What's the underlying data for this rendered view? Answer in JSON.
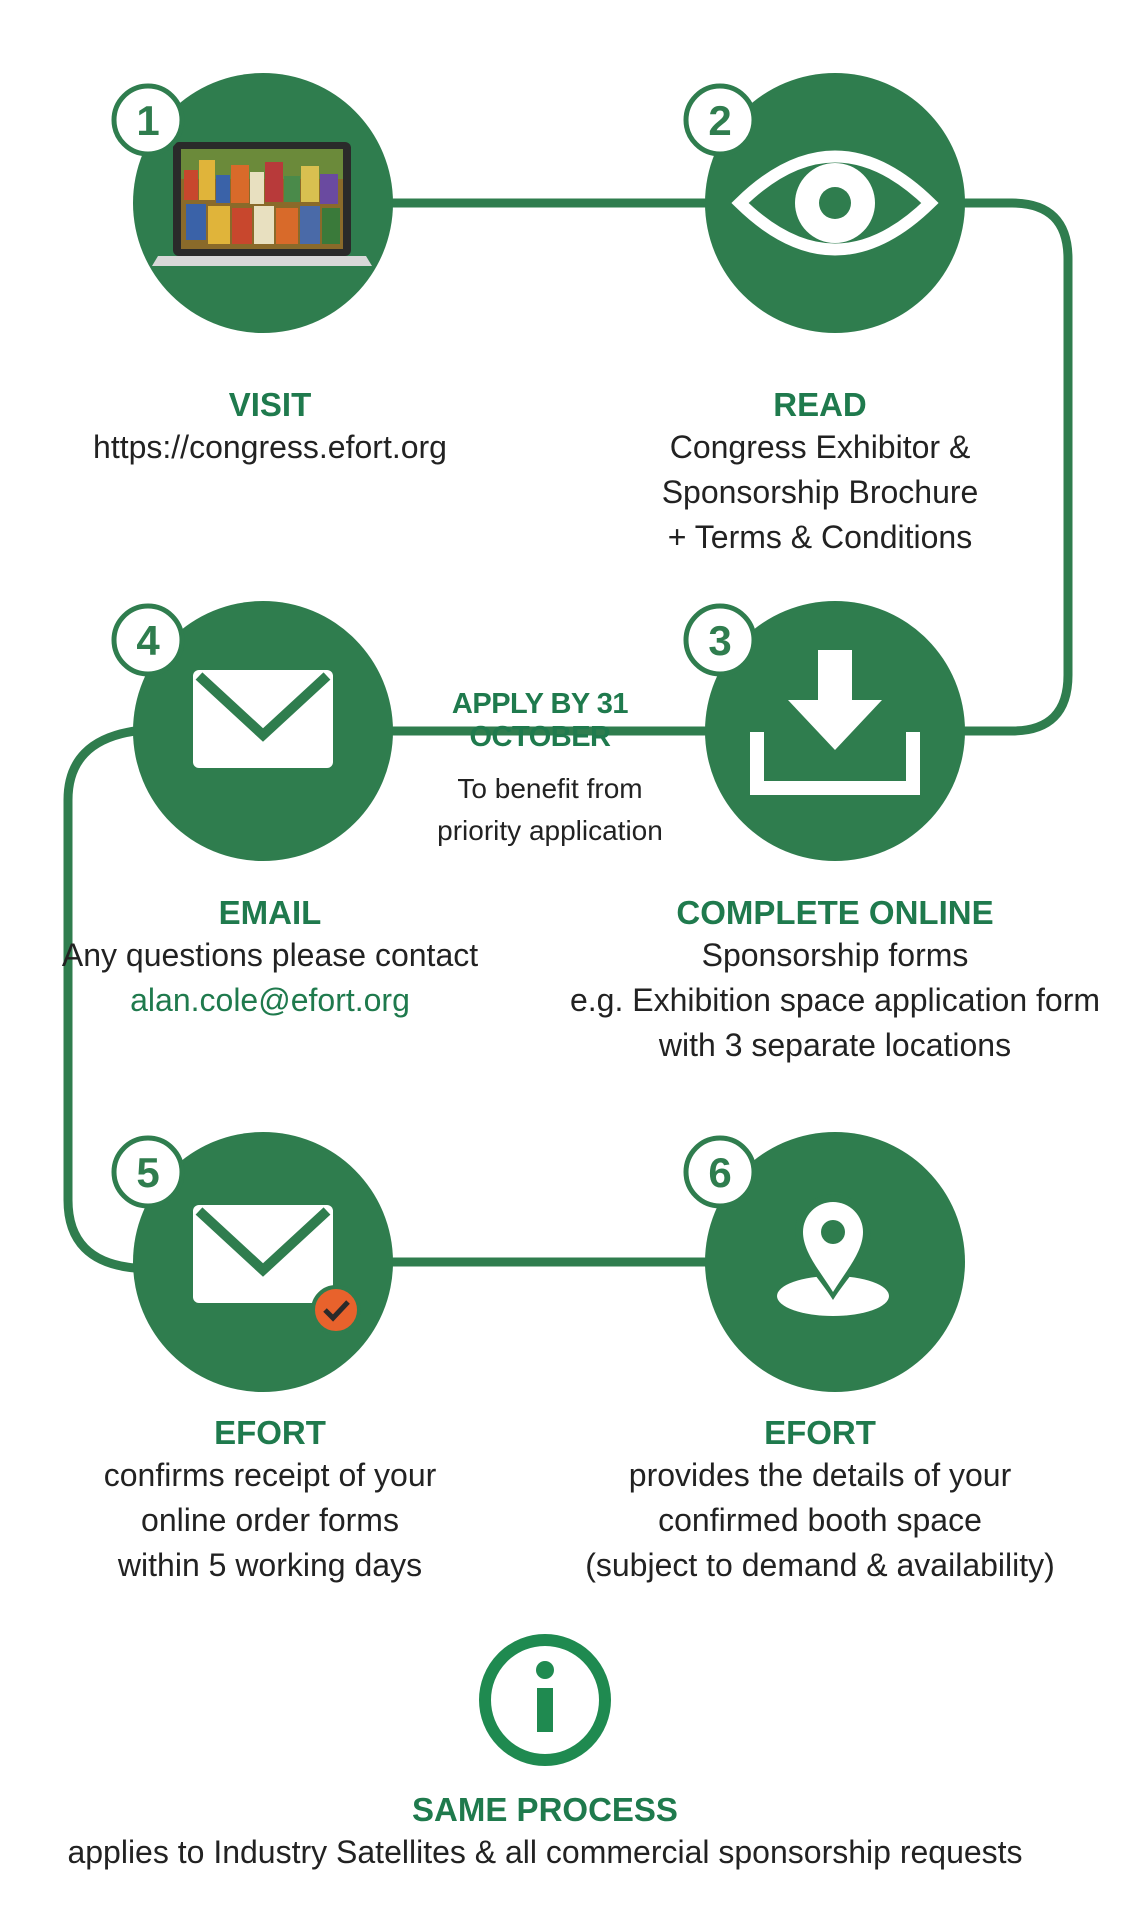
{
  "colors": {
    "green": "#2f7d4e",
    "text_green": "#1f7a4d",
    "check_orange": "#e8622c",
    "text": "#222222"
  },
  "steps": [
    {
      "number": "1",
      "icon": "laptop-photo-icon",
      "title": "VISIT",
      "lines": [
        "https://congress.efort.org"
      ]
    },
    {
      "number": "2",
      "icon": "eye-icon",
      "title": "READ",
      "lines": [
        "Congress Exhibitor &",
        "Sponsorship Brochure",
        "+ Terms & Conditions"
      ]
    },
    {
      "number": "3",
      "icon": "download-icon",
      "title": "COMPLETE ONLINE",
      "lines": [
        "Sponsorship forms",
        "e.g. Exhibition space application form",
        "with 3 separate locations"
      ]
    },
    {
      "number": "4",
      "icon": "envelope-icon",
      "title": "EMAIL",
      "lines": [
        "Any questions please contact"
      ],
      "link": "alan.cole@efort.org"
    },
    {
      "number": "5",
      "icon": "envelope-check-icon",
      "title": "EFORT",
      "lines": [
        "confirms receipt of your",
        "online order forms",
        "within 5 working days"
      ]
    },
    {
      "number": "6",
      "icon": "location-pin-icon",
      "title": "EFORT",
      "lines": [
        "provides the details of your",
        "confirmed booth space",
        "(subject to demand & availability)"
      ]
    }
  ],
  "apply": {
    "title": "APPLY BY 31 OCTOBER",
    "note_lines": [
      "To benefit from",
      "priority application"
    ]
  },
  "footer": {
    "icon": "info-icon",
    "title": "SAME PROCESS",
    "text": "applies to Industry Satellites & all commercial sponsorship requests"
  }
}
